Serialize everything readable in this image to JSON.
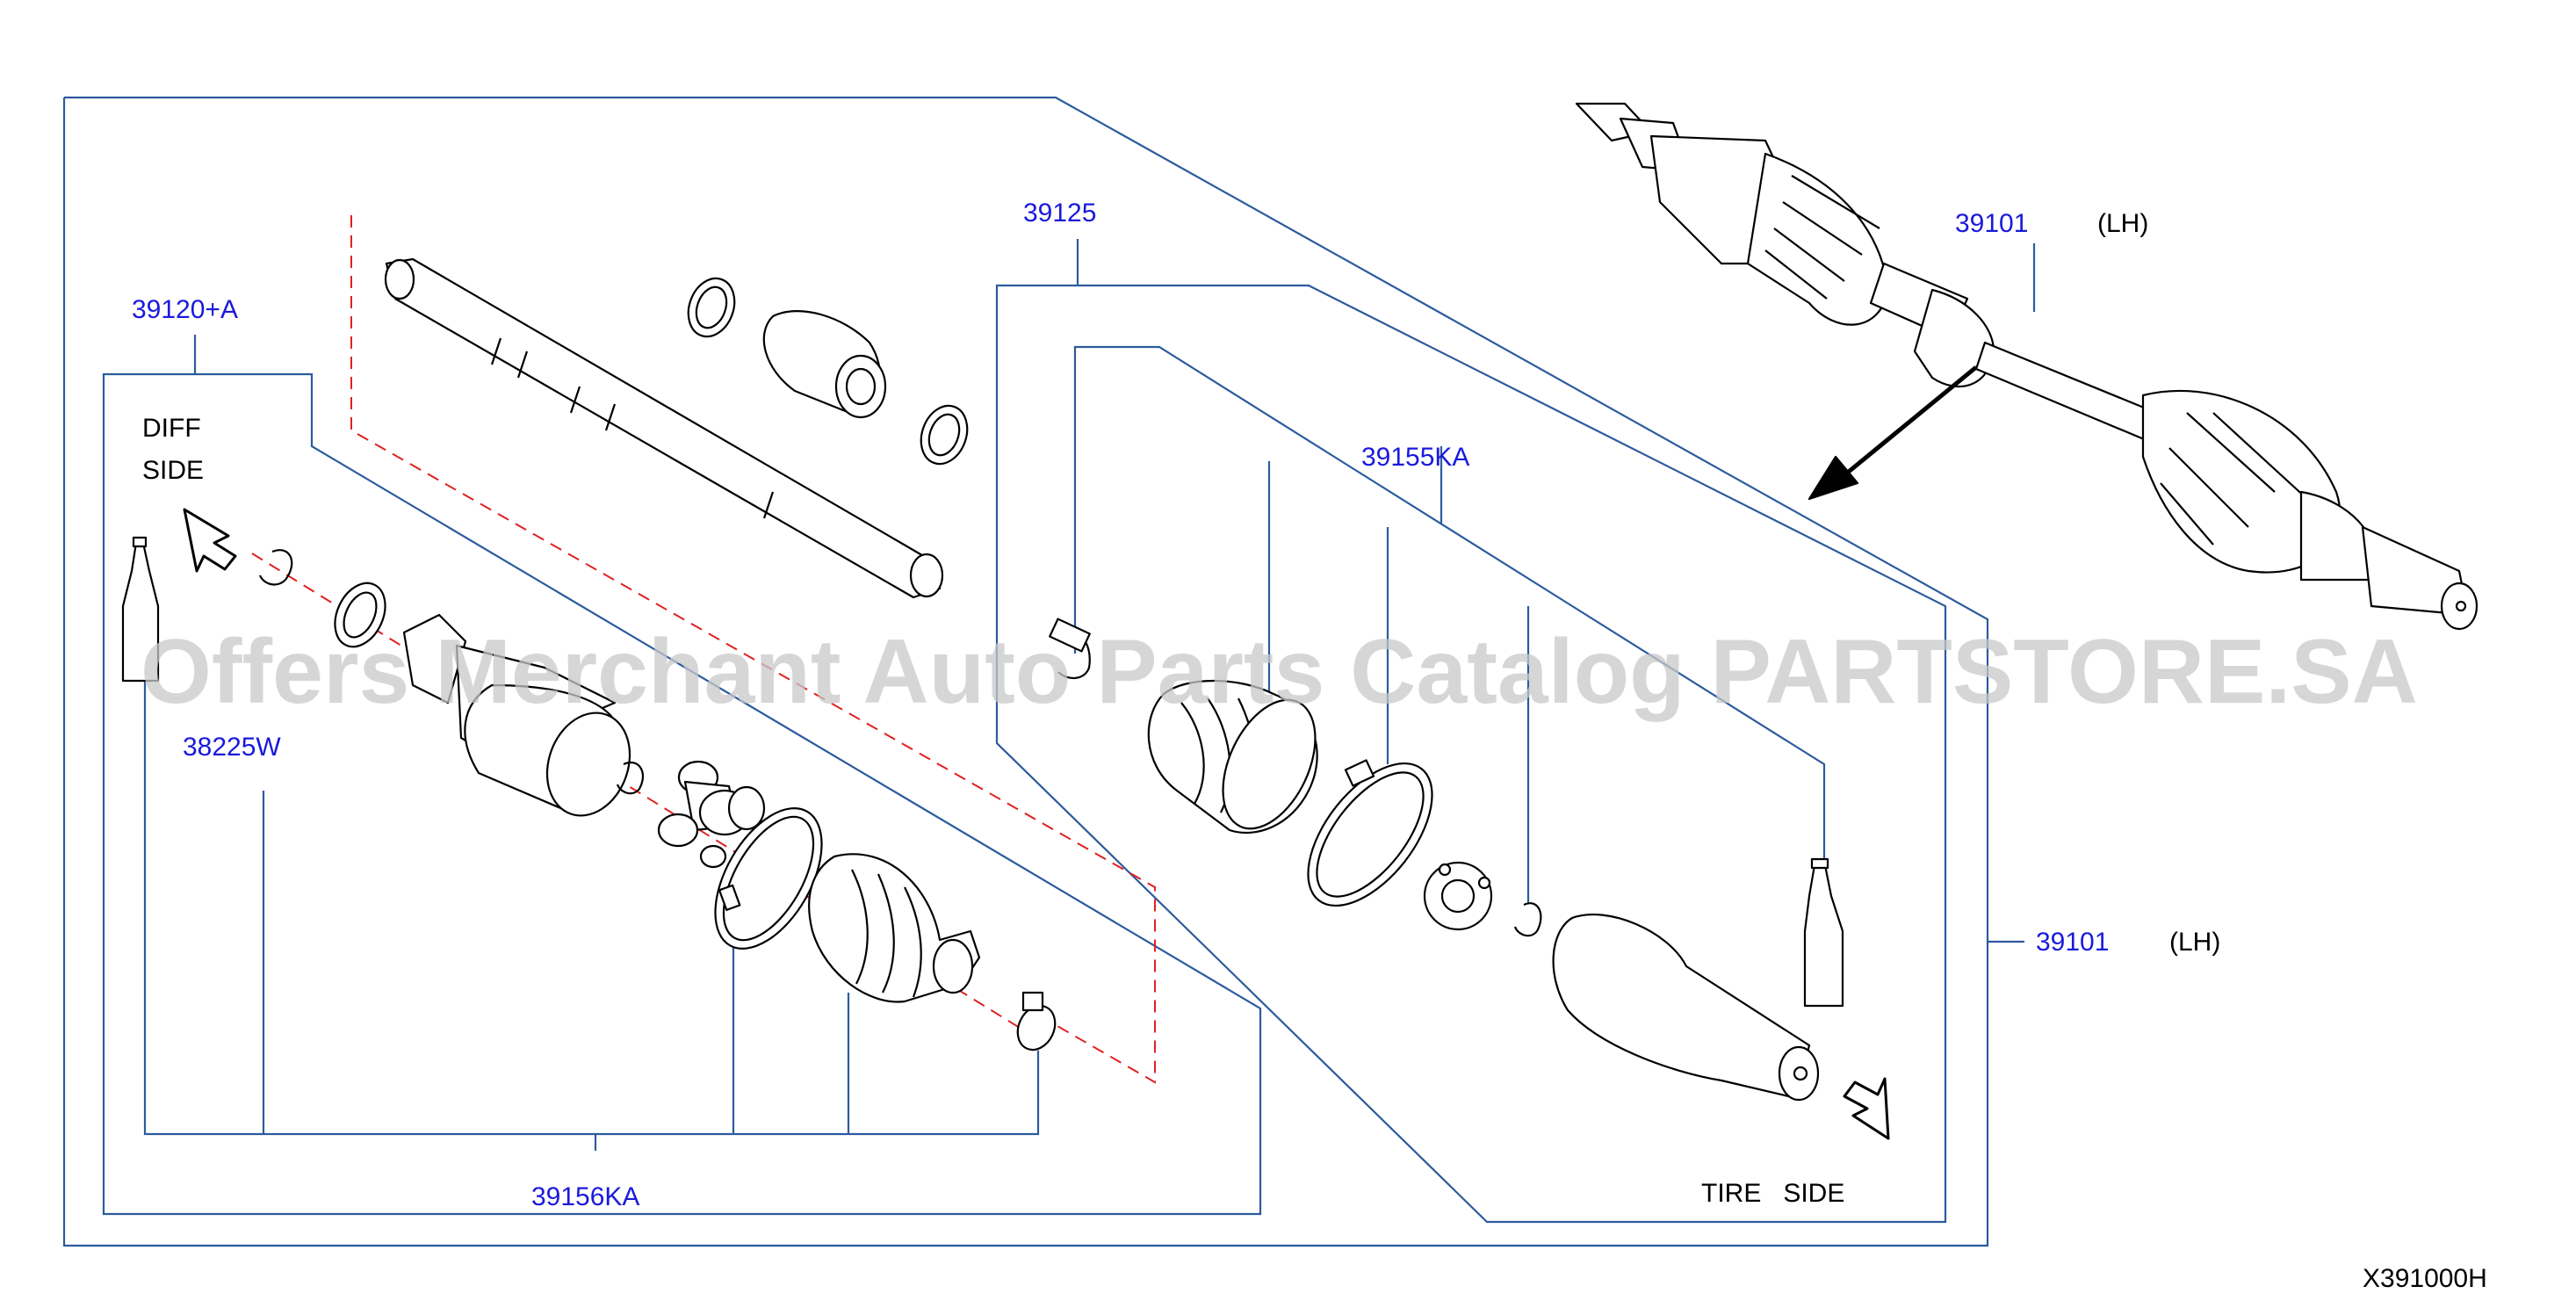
{
  "diagram": {
    "part_callouts": {
      "axle_assy_top": "39101",
      "axle_assy_top_side": "(LH)",
      "axle_assy_right": "39101",
      "axle_assy_right_side": "(LH)",
      "joint_inner_kit": "39120+A",
      "joint_outer_kit": "39125",
      "boot_kit_outer": "39155KA",
      "boot_kit_inner": "39156KA",
      "grease": "38225W"
    },
    "direction_labels": {
      "diff_side_line1": "DIFF",
      "diff_side_line2": "SIDE",
      "tire_side": "TIRE   SIDE"
    },
    "figure_code": "X391000H",
    "watermark": "Offers Merchant Auto Parts Catalog PARTSTORE.SA"
  },
  "colors": {
    "callout_text": "#1a1adc",
    "leader_line": "#2c5b9e",
    "drawing_line": "#000000",
    "dashed_centerline": "#e02020",
    "watermark": "#c8c8c8"
  }
}
